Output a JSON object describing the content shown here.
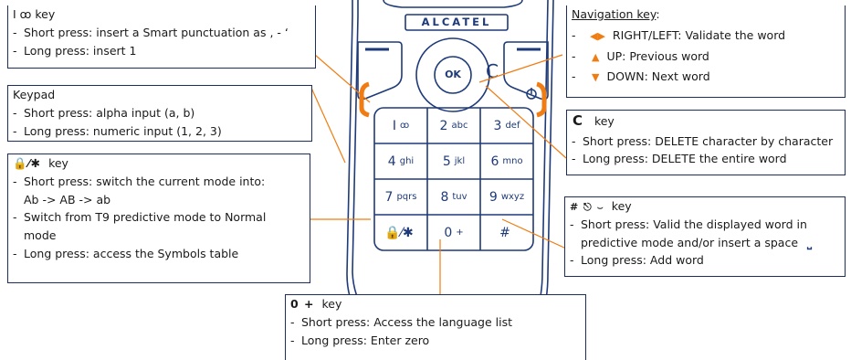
{
  "phone": {
    "brand": "ALCATEL",
    "keys": [
      {
        "id": "1",
        "glyph": "I",
        "sub": "ꝏ"
      },
      {
        "id": "2",
        "glyph": "2",
        "sub": "abc"
      },
      {
        "id": "3",
        "glyph": "3",
        "sub": "def"
      },
      {
        "id": "4",
        "glyph": "4",
        "sub": "ghi"
      },
      {
        "id": "5",
        "glyph": "5",
        "sub": "jkl"
      },
      {
        "id": "6",
        "glyph": "6",
        "sub": "mno"
      },
      {
        "id": "7",
        "glyph": "7",
        "sub": "pqrs"
      },
      {
        "id": "8",
        "glyph": "8",
        "sub": "tuv"
      },
      {
        "id": "9",
        "glyph": "9",
        "sub": "wxyz"
      },
      {
        "id": "star",
        "glyph": "🔒⁄✱",
        "sub": ""
      },
      {
        "id": "0",
        "glyph": "0",
        "sub": "+"
      },
      {
        "id": "hash",
        "glyph": "#",
        "sub": ""
      }
    ],
    "ok_label": "OK",
    "clear_label": "C",
    "colors": {
      "outline": "#1e3a78",
      "accent": "#f07d13",
      "lines": "#f07d13"
    }
  },
  "box_1key": {
    "title": "I  ꝏ  key",
    "lines": [
      "Short press: insert a Smart punctuation as , - ‘",
      "Long press: insert 1"
    ]
  },
  "box_keypad": {
    "title": "Keypad",
    "lines": [
      "Short press: alpha input (a, b)",
      "Long press: numeric input (1, 2, 3)"
    ]
  },
  "box_star": {
    "title": "key",
    "title_symbol": "🔒⁄✱",
    "lines": [
      "Short press: switch the current mode into:",
      "Ab -> AB -> ab",
      "Switch from T9 predictive mode to Normal",
      "mode",
      "Long press: access the Symbols table"
    ]
  },
  "box_nav": {
    "title": "Navigation key",
    "title_suffix": ":",
    "lines": [
      "RIGHT/LEFT: Validate the word",
      "UP: Previous word",
      "DOWN: Next word"
    ]
  },
  "box_c": {
    "title": "key",
    "title_symbol": "C",
    "lines": [
      "Short press: DELETE character by character",
      "Long press: DELETE the entire word"
    ]
  },
  "box_hash": {
    "title": "key",
    "title_symbol": "# ⎋ ⌣",
    "lines": [
      "Short press: Valid the displayed word in",
      "predictive mode and/or insert a space",
      "Long press: Add word"
    ]
  },
  "box_0": {
    "title": "key",
    "title_symbol": "0  +",
    "lines": [
      "Short press: Access the language list",
      "Long press: Enter zero"
    ]
  }
}
